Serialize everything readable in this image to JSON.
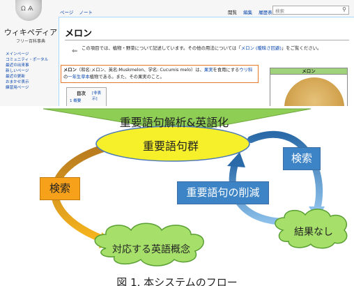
{
  "wikipedia": {
    "site_title": "ウィキペディア",
    "site_subtitle": "フリー百科事典",
    "nav_items": [
      "メインページ",
      "コミュニティ・ポータル",
      "最近の出来事",
      "新しいページ",
      "最近の更新",
      "おまかせ表示",
      "練習用ページ"
    ],
    "tabs_left": [
      "ページ",
      "ノート"
    ],
    "tabs_right": [
      "閲覧",
      "編集",
      "履歴表示"
    ],
    "search_placeholder": "検索",
    "search_icon": "magnifier-icon",
    "article_title": "メロン",
    "hatnote": {
      "before": "この項目では、植物・野菜について記述しています。その他の用法については「",
      "link": "メロン (曖昧さ回避)",
      "after": "」をご覧ください。"
    },
    "lead": {
      "bold": "メロン",
      "part1": "（和名:メロン、英名:Muskmelon、学名: Cucumis melo）は、",
      "link1": "果実",
      "part2": "を食用にする",
      "link2": "ウリ科",
      "part3": "の",
      "link3": "一年生",
      "link4": "草本",
      "part4": "植物である。また、その果実のこと。"
    },
    "toc_title": "目次",
    "toc_toggle": "[非表示]",
    "toc_item": "1 概要",
    "infobox_title": "メロン"
  },
  "diagram": {
    "arrow_label": "重要語句解析&英語化",
    "group_label": "重要語句群",
    "search_left": "検索",
    "search_right": "検索",
    "reduce_label": "重要語句の削減",
    "cloud_left": "対応する英語概念",
    "cloud_right": "結果なし",
    "caption": "図 1. 本システムのフロー"
  },
  "colors": {
    "arrow_green": "#8fce55",
    "ellipse_yellow": "#f5f02a",
    "orange": "#f7a11a",
    "blue": "#3d84c6",
    "cloud_green": "#a6e06a",
    "lead_border": "#e8772e"
  }
}
